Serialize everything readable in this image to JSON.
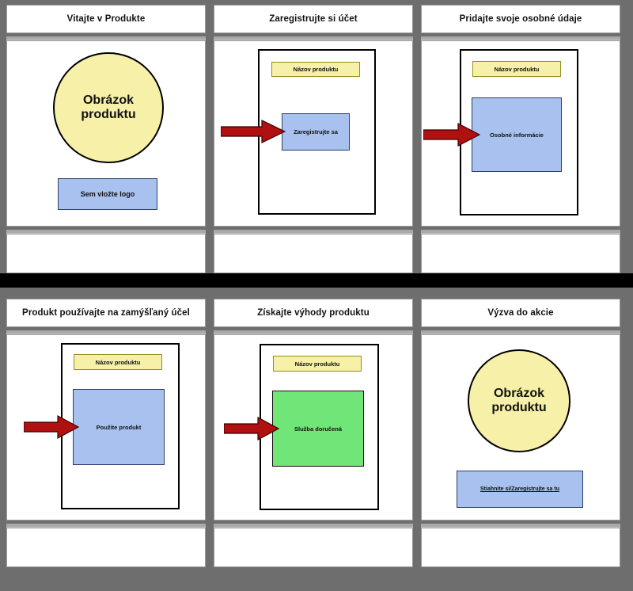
{
  "board": {
    "title_bg": "#ffffff",
    "frame_color": "#6e6e6e",
    "accent_yellow": "#F7F0A8",
    "accent_blue": "#A9C1EE",
    "accent_green": "#70E578",
    "arrow_color": "#B01010"
  },
  "panels": [
    {
      "id": "panel-1",
      "title": "Vitajte v Produkte",
      "circle_label": "Obrázok\nproduktu",
      "circle_line1": "Obrázok",
      "circle_line2": "produktu",
      "logo_label": "Sem vložte logo",
      "caption": ""
    },
    {
      "id": "panel-2",
      "title": "Zaregistrujte si účet",
      "product_name_label": "Názov produktu",
      "box_label": "Zaregistrujte sa",
      "arrow_icon": "right-arrow-icon",
      "caption": ""
    },
    {
      "id": "panel-3",
      "title": "Pridajte svoje osobné údaje",
      "product_name_label": "Názov produktu",
      "box_label": "Osobné informácie",
      "arrow_icon": "right-arrow-icon",
      "caption": ""
    },
    {
      "id": "panel-4",
      "title": "Produkt používajte na zamýšľaný účel",
      "product_name_label": "Názov produktu",
      "box_label": "Použite produkt",
      "arrow_icon": "right-arrow-icon",
      "caption": ""
    },
    {
      "id": "panel-5",
      "title": "Získajte výhody produktu",
      "product_name_label": "Názov produktu",
      "box_label": "Služba doručená",
      "arrow_icon": "right-arrow-icon",
      "caption": ""
    },
    {
      "id": "panel-6",
      "title": "Výzva do akcie",
      "circle_line1": "Obrázok",
      "circle_line2": "produktu",
      "cta_label": "Stiahnite si/Zaregistrujte sa tu",
      "caption": ""
    }
  ]
}
